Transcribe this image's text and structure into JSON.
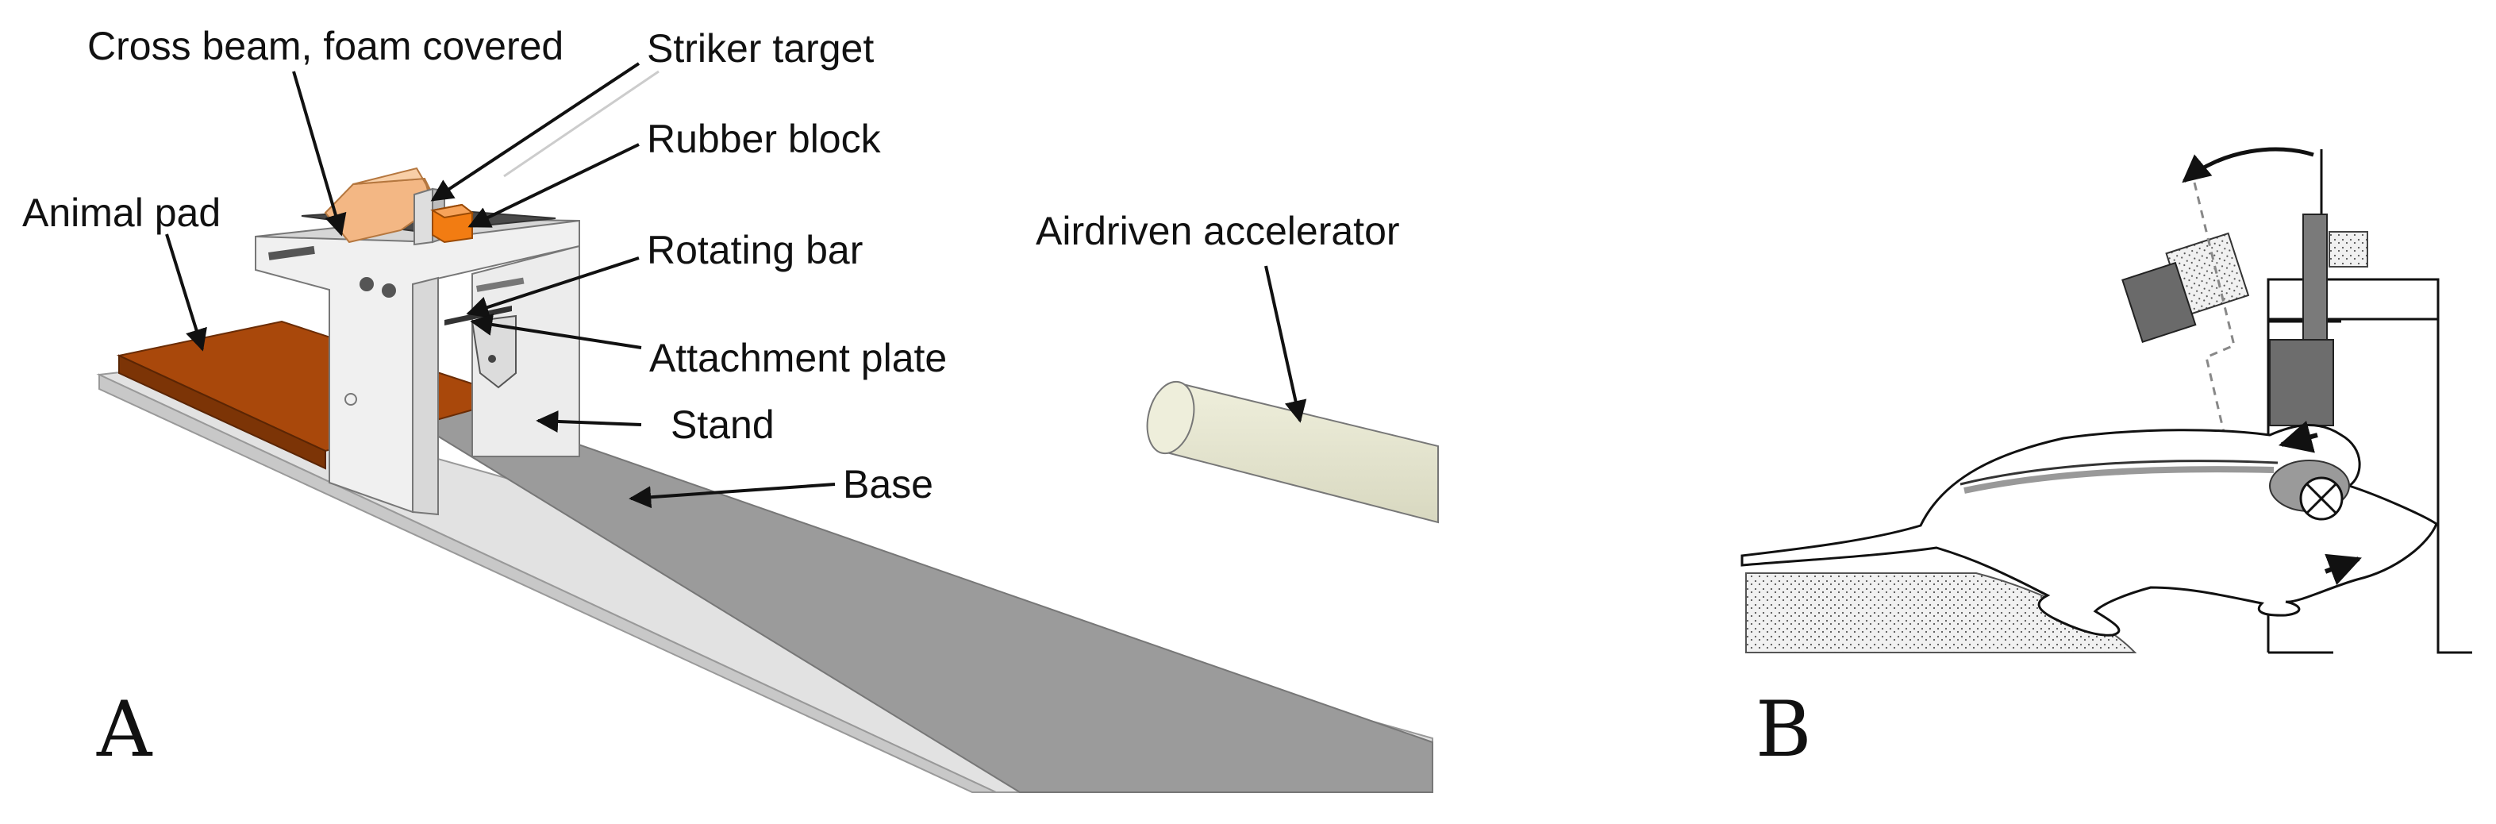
{
  "panel_a": {
    "letter": "A",
    "labels": {
      "cross_beam": "Cross beam, foam covered",
      "striker_target": "Striker target",
      "rubber_block": "Rubber block",
      "animal_pad": "Animal pad",
      "rotating_bar": "Rotating bar",
      "airdriven_accelerator": "Airdriven accelerator",
      "attachment_plate": "Attachment plate",
      "stand": "Stand",
      "base": "Base"
    }
  },
  "panel_b": {
    "letter": "B"
  },
  "colors": {
    "base_top": "#9a9a9a",
    "base_edge": "#e4e4e4",
    "stand": "#e8e8e8",
    "animal_pad": "#a8480a",
    "cross_beam": "#f2b480",
    "rubber_block": "#f07a10",
    "accelerator": "#e7e7d2",
    "block_dark": "#6d6d6d",
    "stipple": "#ececec"
  }
}
